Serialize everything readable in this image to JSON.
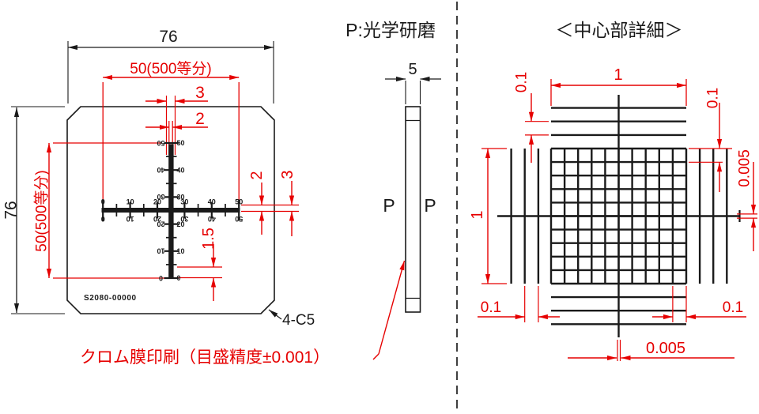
{
  "drawing": {
    "front": {
      "width_dim": "76",
      "height_dim": "76",
      "scale_span_h": "50(500等分)",
      "scale_span_v": "50(500等分)",
      "major_tick_dim_top": "3",
      "minor_tick_dim_top": "2",
      "minor_tick_dim_right": "2",
      "major_tick_dim_right": "3",
      "end_tick_dim": "1.5",
      "scale_numbers": [
        "0",
        "10",
        "20",
        "30",
        "40",
        "50"
      ],
      "part_number": "S2080-00000",
      "chamfer_note": "4-C5"
    },
    "side": {
      "thickness_dim": "5",
      "surface_left": "P",
      "surface_right": "P",
      "legend": "P:光学研磨"
    },
    "detail": {
      "title": "＜中心部詳細＞",
      "span_h": "1",
      "span_v": "1",
      "pitch_top_left": "0.1",
      "pitch_top_right": "0.1",
      "pitch_bottom_left": "0.1",
      "pitch_bottom_right": "0.1",
      "line_width_right": "0.005",
      "line_width_bottom": "0.005",
      "grid_divisions": 10
    },
    "note": "クロム膜印刷（目盛精度±0.001）",
    "colors": {
      "ink": "#1a1a1a",
      "dim": "#e60000"
    }
  }
}
